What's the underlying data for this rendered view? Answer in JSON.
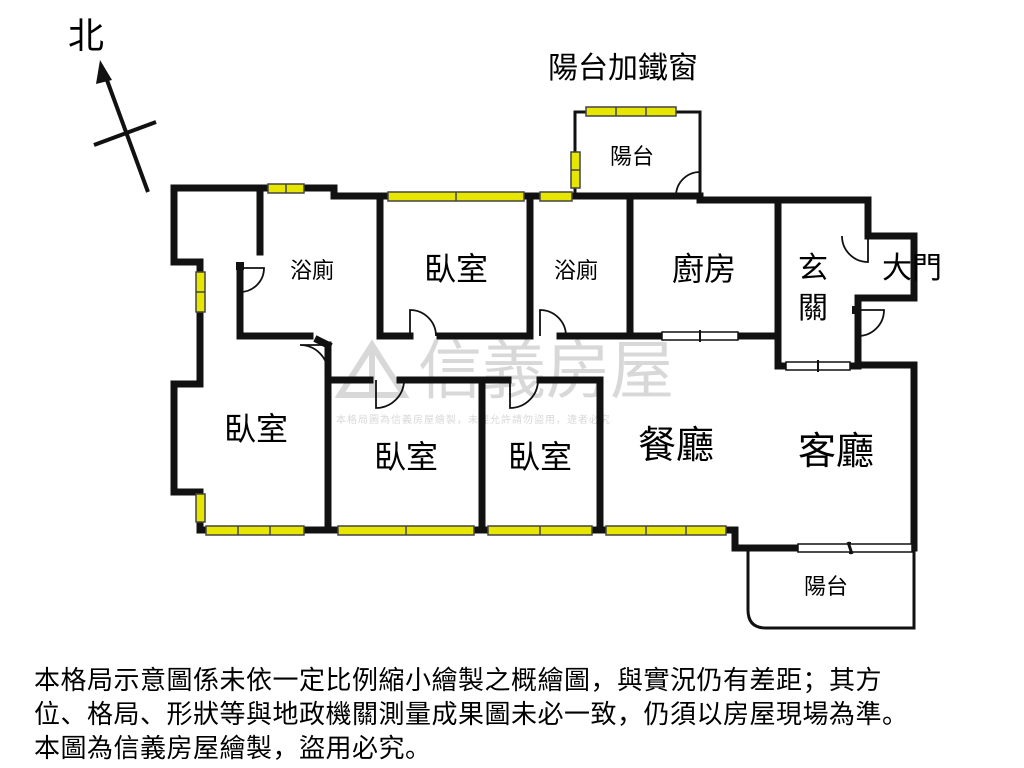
{
  "compass": {
    "north_label": "北"
  },
  "labels": {
    "balcony_window": "陽台加鐵窗",
    "balcony_top": "陽台",
    "bath_1": "浴廁",
    "bedroom_top": "臥室",
    "bath_2": "浴廁",
    "kitchen": "廚房",
    "foyer": "玄\n關",
    "foyer_line1": "玄",
    "foyer_line2": "關",
    "main_door": "大門",
    "bedroom_left": "臥室",
    "bedroom_mid1": "臥室",
    "bedroom_mid2": "臥室",
    "dining": "餐廳",
    "living": "客廳",
    "balcony_bottom": "陽台"
  },
  "watermark": {
    "brand": "信義房屋",
    "fine_print": "本格局圖為信義房屋繪製，未經允許請勿盜用，違者必究"
  },
  "disclaimer": [
    "本格局示意圖係未依一定比例縮小繪製之概繪圖，與實況仍有差距；其方",
    "位、格局、形狀等與地政機關測量成果圖未必一致，仍須以房屋現場為準。",
    "本圖為信義房屋繪製，盜用必究。"
  ],
  "colors": {
    "wall": "#111111",
    "window_fill": "#e6e600",
    "window_stroke": "#444444",
    "watermark": "#b9b9b9"
  }
}
